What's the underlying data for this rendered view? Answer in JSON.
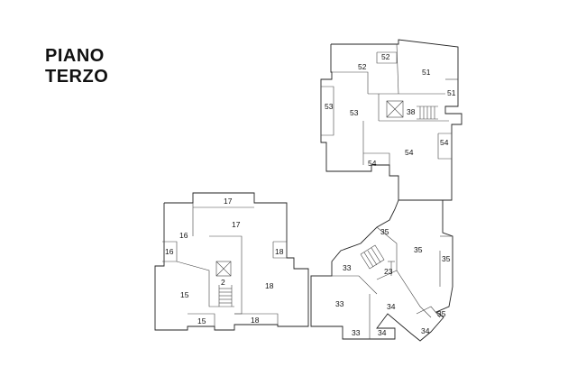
{
  "title": {
    "line1": "PIANO",
    "line2": "TERZO"
  },
  "units": [
    {
      "id": "u52a",
      "label": "52"
    },
    {
      "id": "u52b",
      "label": "52"
    },
    {
      "id": "u51a",
      "label": "51"
    },
    {
      "id": "u51b",
      "label": "51"
    },
    {
      "id": "u53a",
      "label": "53"
    },
    {
      "id": "u53b",
      "label": "53"
    },
    {
      "id": "u38",
      "label": "38"
    },
    {
      "id": "u54a",
      "label": "54"
    },
    {
      "id": "u54b",
      "label": "54"
    },
    {
      "id": "u54c",
      "label": "54"
    },
    {
      "id": "u17a",
      "label": "17"
    },
    {
      "id": "u17b",
      "label": "17"
    },
    {
      "id": "u16a",
      "label": "16"
    },
    {
      "id": "u16b",
      "label": "16"
    },
    {
      "id": "u18a",
      "label": "18"
    },
    {
      "id": "u18b",
      "label": "18"
    },
    {
      "id": "u18c",
      "label": "18"
    },
    {
      "id": "u15a",
      "label": "15"
    },
    {
      "id": "u15b",
      "label": "15"
    },
    {
      "id": "u2",
      "label": "2"
    },
    {
      "id": "u35a",
      "label": "35"
    },
    {
      "id": "u35b",
      "label": "35"
    },
    {
      "id": "u35c",
      "label": "35"
    },
    {
      "id": "u35d",
      "label": "35"
    },
    {
      "id": "u33a",
      "label": "33"
    },
    {
      "id": "u33b",
      "label": "33"
    },
    {
      "id": "u33c",
      "label": "33"
    },
    {
      "id": "u23",
      "label": "23"
    },
    {
      "id": "u34a",
      "label": "34"
    },
    {
      "id": "u34b",
      "label": "34"
    },
    {
      "id": "u34c",
      "label": "34"
    }
  ]
}
